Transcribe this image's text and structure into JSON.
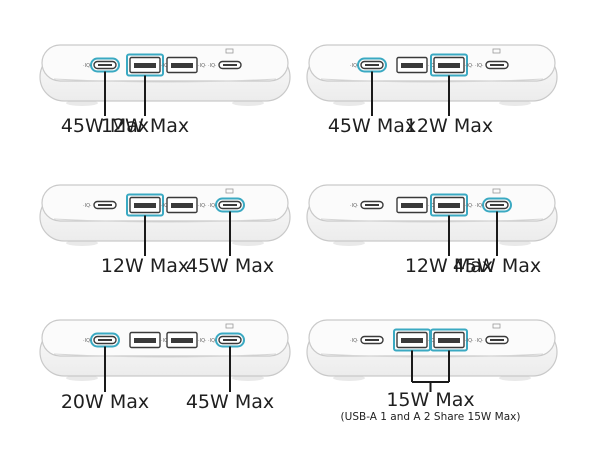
{
  "colors": {
    "highlight": "#3aa9c2",
    "device_body": "#f4f4f4",
    "device_outline": "#c9c9c9",
    "port_dark": "#3a3a3a",
    "label_text": "#1f1f1f"
  },
  "port_badge": "·IQ·",
  "panels": [
    {
      "ports": [
        "usb-c",
        "usb-a",
        "usb-a",
        "usb-c"
      ],
      "active_ports": [
        0,
        1
      ],
      "labels": [
        "45W Max",
        "12W Max"
      ]
    },
    {
      "ports": [
        "usb-c",
        "usb-a",
        "usb-a",
        "usb-c"
      ],
      "active_ports": [
        0,
        2
      ],
      "labels": [
        "45W Max",
        "12W Max"
      ]
    },
    {
      "ports": [
        "usb-c",
        "usb-a",
        "usb-a",
        "usb-c"
      ],
      "active_ports": [
        1,
        3
      ],
      "labels": [
        "12W Max",
        "45W Max"
      ]
    },
    {
      "ports": [
        "usb-c",
        "usb-a",
        "usb-a",
        "usb-c"
      ],
      "active_ports": [
        2,
        3
      ],
      "labels": [
        "12W Max",
        "45W Max"
      ]
    },
    {
      "ports": [
        "usb-c",
        "usb-a",
        "usb-a",
        "usb-c"
      ],
      "active_ports": [
        0,
        3
      ],
      "labels": [
        "20W Max",
        "45W Max"
      ]
    },
    {
      "ports": [
        "usb-c",
        "usb-a",
        "usb-a",
        "usb-c"
      ],
      "active_ports": [
        1,
        2
      ],
      "labels": [
        "15W Max"
      ],
      "note": "(USB-A 1 and A 2 Share 15W Max)"
    }
  ]
}
